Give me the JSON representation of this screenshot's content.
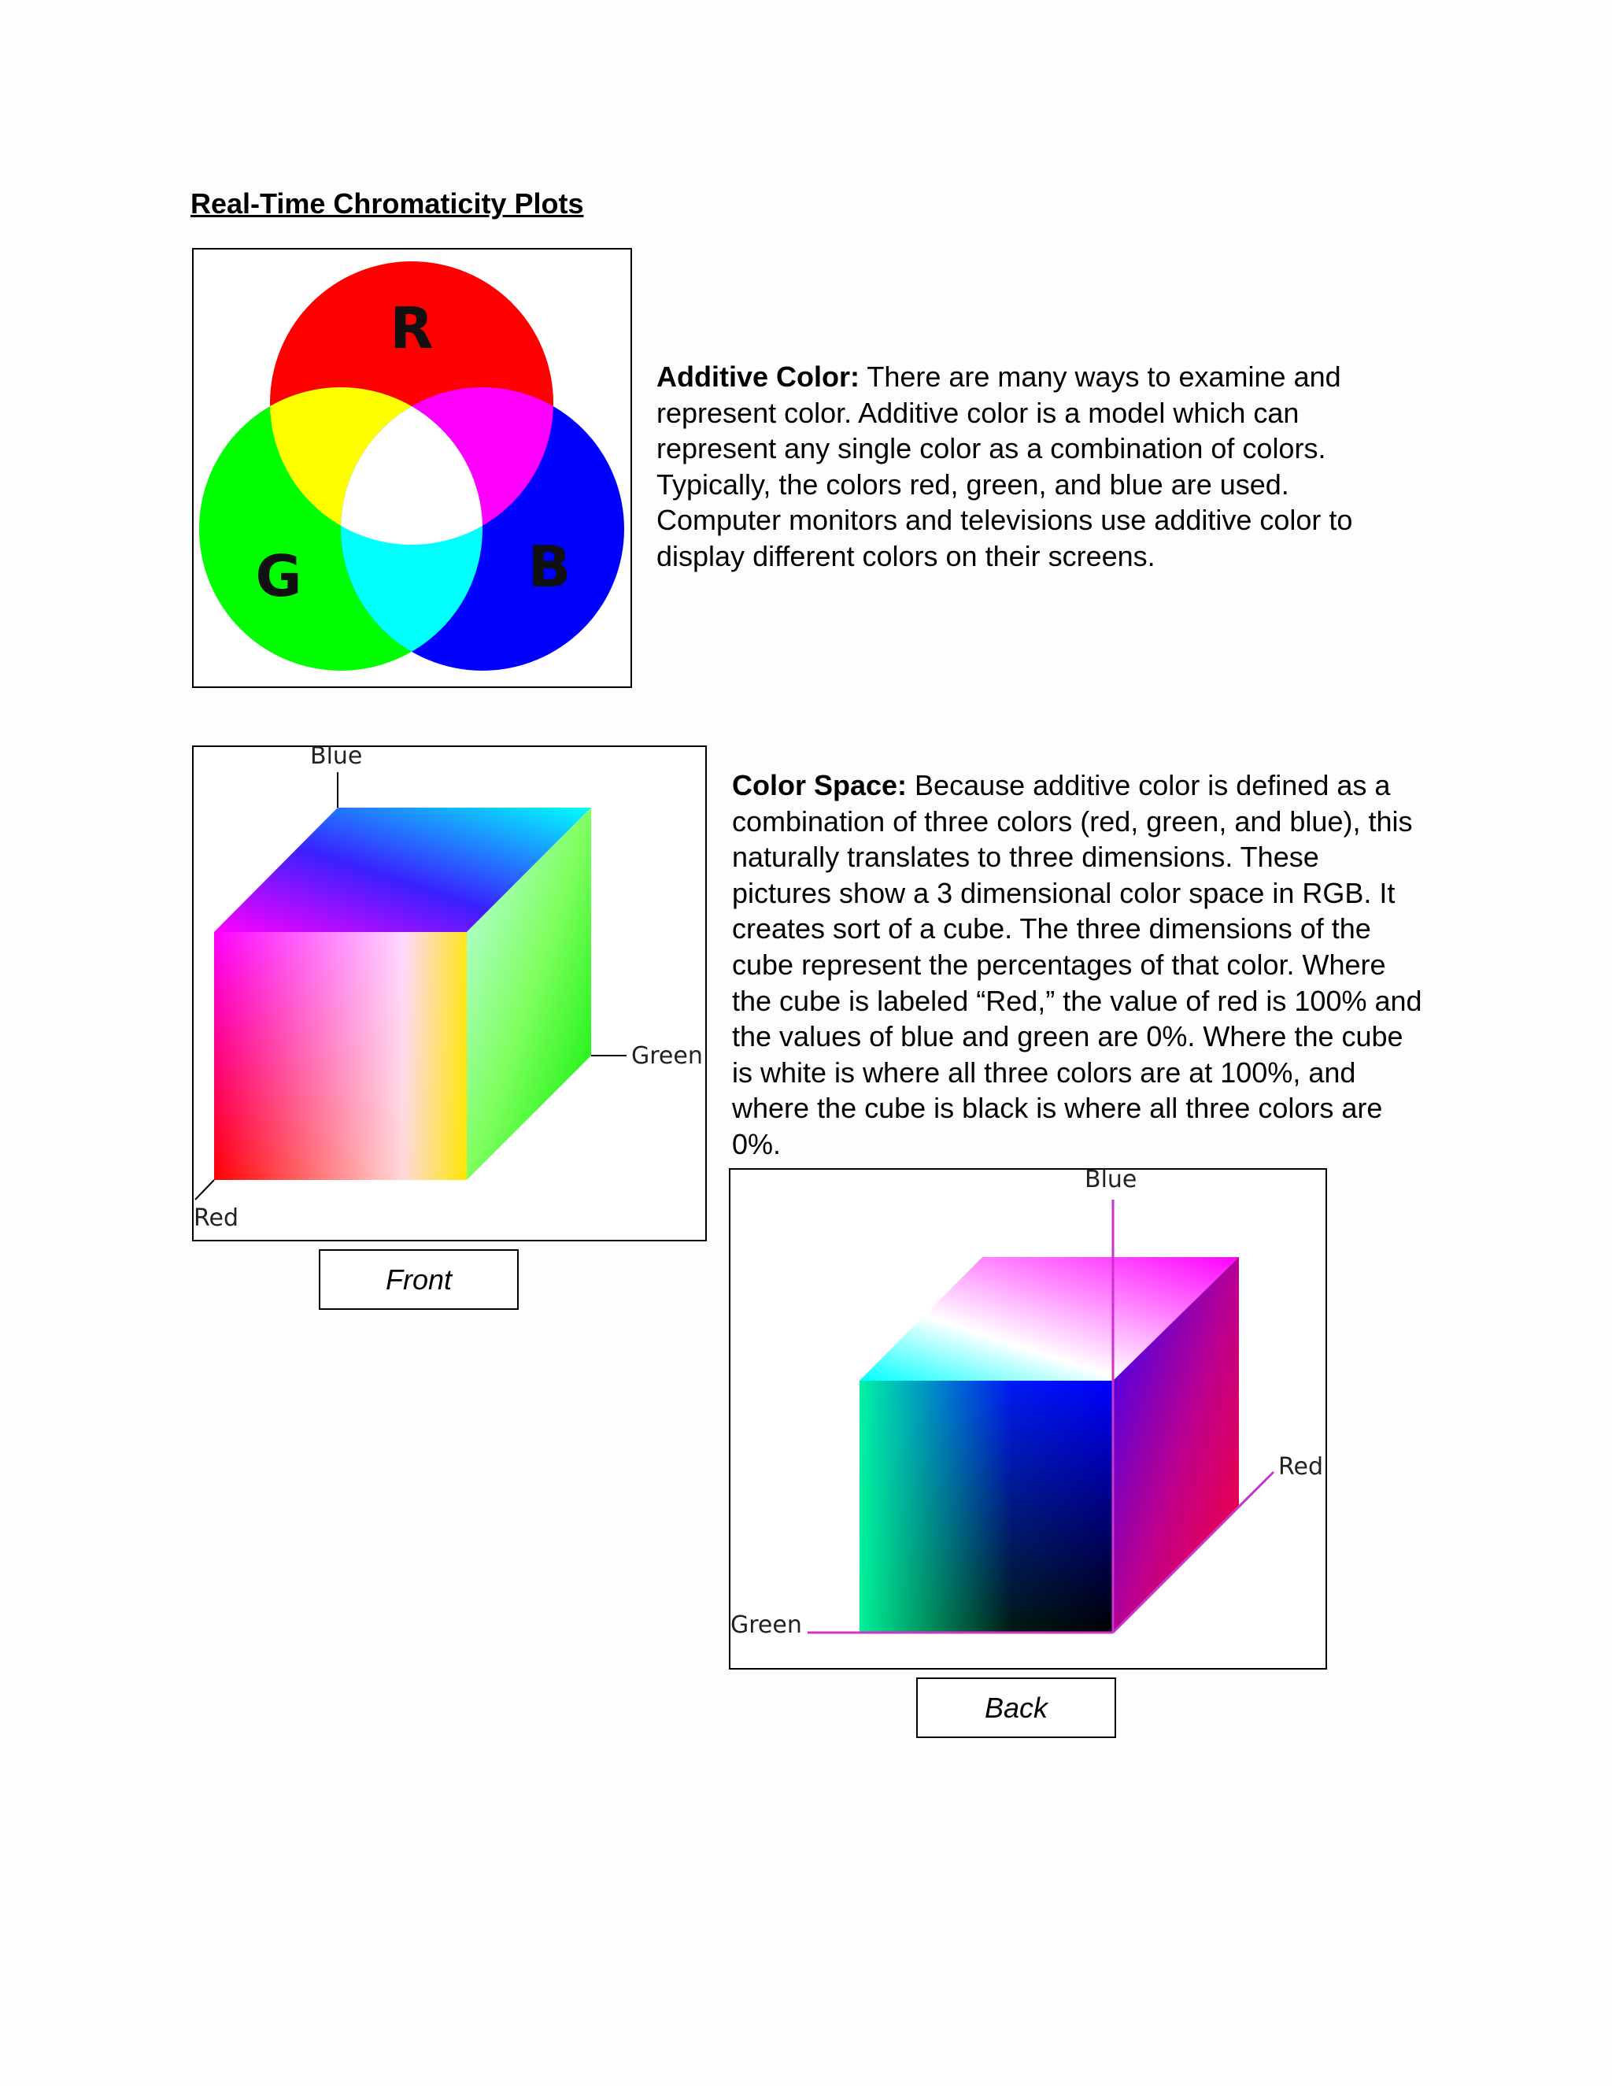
{
  "title": "Real-Time Chromaticity Plots",
  "venn": {
    "labels": {
      "red": "R",
      "green": "G",
      "blue": "B"
    },
    "colors": {
      "red": "#ff0000",
      "green": "#00ff00",
      "blue": "#0000ff",
      "yellow": "#ffff00",
      "magenta": "#ff00ff",
      "cyan": "#00ffff",
      "white": "#ffffff"
    }
  },
  "additive": {
    "heading": "Additive Color:",
    "body": " There are many ways to examine and represent color. Additive color is a model which can represent any single color as a combination of colors. Typically, the colors red, green, and blue are used. Computer monitors and televisions use additive color to display different colors on their screens."
  },
  "color_space": {
    "heading": "Color Space:",
    "body": " Because additive color is defined as a combination of three colors (red, green, and blue), this naturally translates to three dimensions. These pictures show a 3 dimensional color space in RGB. It creates sort of a cube. The three dimensions of the cube represent the percentages of that color. Where the cube is labeled “Red,” the value of red is 100% and the values of blue and green are 0%. Where the cube is white is where all three colors are at 100%, and where the cube is black is where all three colors are 0%."
  },
  "front_cube": {
    "axes": {
      "blue": "Blue",
      "green": "Green",
      "red": "Red"
    },
    "caption": "Front"
  },
  "back_cube": {
    "axes": {
      "blue": "Blue",
      "green": "Green",
      "red": "Red"
    },
    "caption": "Back"
  }
}
